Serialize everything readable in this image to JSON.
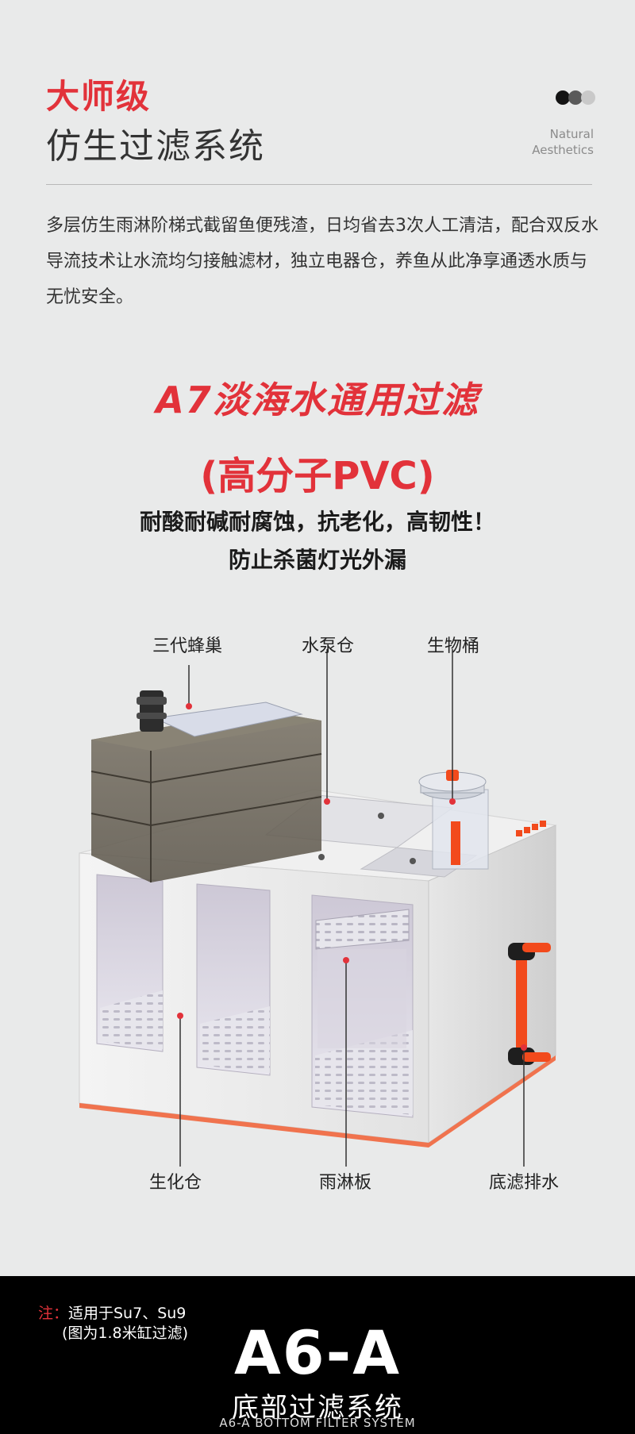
{
  "header": {
    "title_red": "大师级",
    "title_main": "仿生过滤系统",
    "tagline_line1": "Natural",
    "tagline_line2": "Aesthetics",
    "dot_colors": [
      "#141414",
      "#5a5a5a",
      "#c9c9c9"
    ],
    "intro": "多层仿生雨淋阶梯式截留鱼便残渣，日均省去3次人工清洁，配合双反水导流技术让水流均匀接触滤材，独立电器仓，养鱼从此净享通透水质与无忧安全。"
  },
  "product": {
    "title": "A7淡海水通用过滤",
    "material": "(高分子PVC)",
    "feature_line1": "耐酸耐碱耐腐蚀，抗老化，高韧性！",
    "feature_line2": "防止杀菌灯光外漏"
  },
  "callouts": {
    "honeycomb": "三代蜂巢",
    "pump_chamber": "水泵仓",
    "bio_bucket": "生物桶",
    "biochem_chamber": "生化仓",
    "rain_plate": "雨淋板",
    "bottom_drain": "底滤排水"
  },
  "colors": {
    "accent_red": "#e2323a",
    "orange_pipe": "#f24a1c"
  },
  "footer": {
    "note_label": "注：",
    "note_line1": "适用于Su7、Su9",
    "note_line2": "(图为1.8米缸过滤)",
    "model": "A6-A",
    "model_cn": "底部过滤系统",
    "model_en": "A6-A BOTTOM FILTER SYSTEM"
  }
}
